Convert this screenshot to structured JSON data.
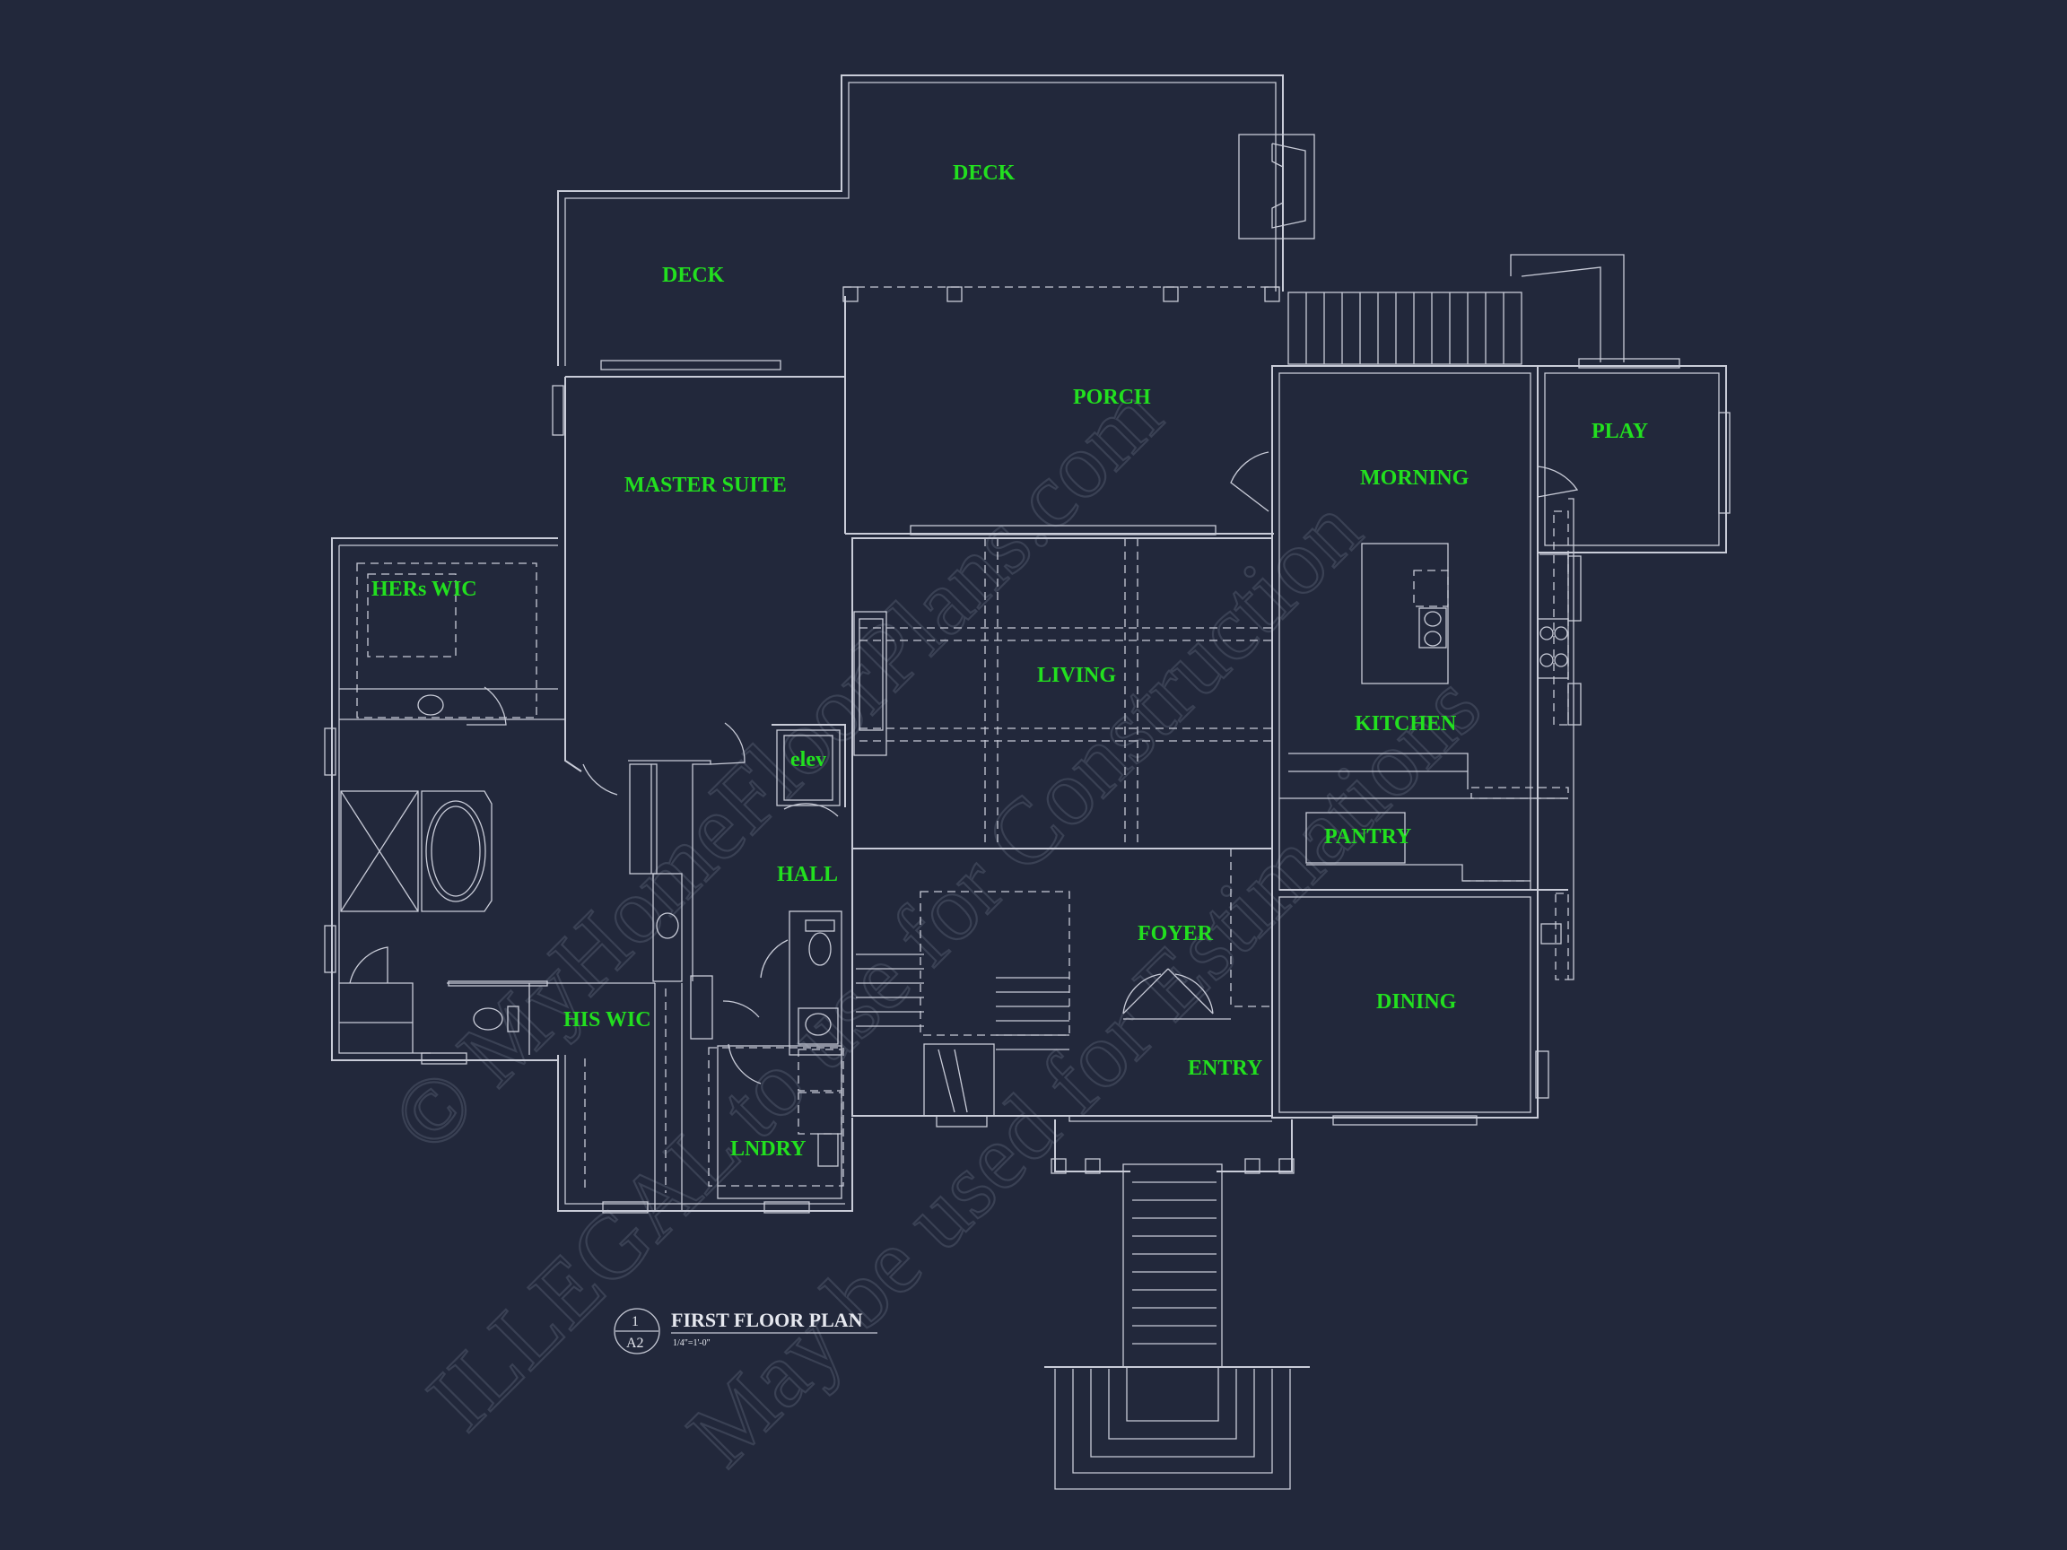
{
  "plan": {
    "title": "FIRST FLOOR PLAN",
    "scale": "1/4\"=1'-0\"",
    "detail_number": "1",
    "sheet_number": "A2"
  },
  "rooms": {
    "deck_upper": "DECK",
    "deck_left": "DECK",
    "porch": "PORCH",
    "master_suite": "MASTER SUITE",
    "hers_wic": "HERs WIC",
    "his_wic": "HIS WIC",
    "living": "LIVING",
    "elev": "elev",
    "hall": "HALL",
    "laundry": "LNDRY",
    "foyer": "FOYER",
    "entry": "ENTRY",
    "morning": "MORNING",
    "play": "PLAY",
    "kitchen": "KITCHEN",
    "pantry": "PANTRY",
    "dining": "DINING"
  },
  "watermark": {
    "line1": "© MyHomeFloorPlans.com",
    "line2": "ILLEGAL to use for Construction",
    "line3": "May be used for Estimations"
  },
  "colors": {
    "background": "#22283b",
    "room_label": "#22e01f",
    "linework": "#c9ccd8",
    "watermark": "#3a4154"
  }
}
